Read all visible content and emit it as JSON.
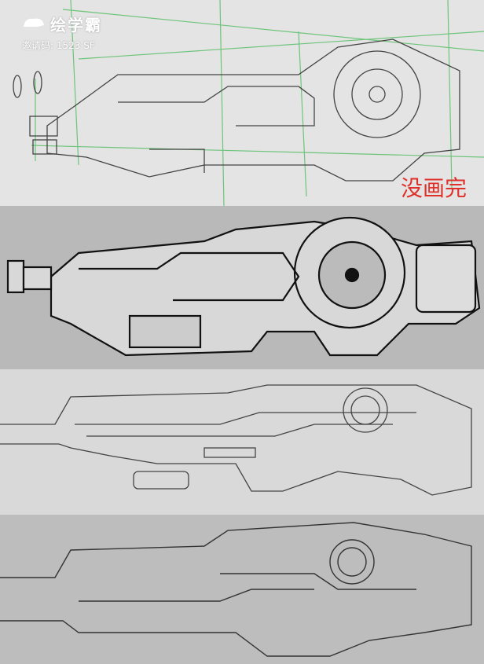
{
  "watermark": {
    "brand": "绘学霸",
    "invite_code": "邀请码: 1523 SF"
  },
  "annotation": {
    "text": "没画完",
    "color": "#e0302a"
  },
  "stages": [
    "sketch-with-perspective-guides",
    "inked-detailed",
    "line-refinement",
    "base-silhouette"
  ]
}
